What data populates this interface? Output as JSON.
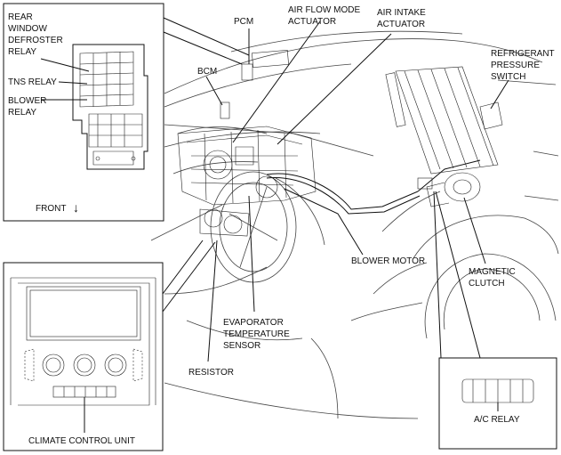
{
  "labels": {
    "rear_window_defroster_relay": [
      "REAR",
      "WINDOW",
      "DEFROSTER",
      "RELAY"
    ],
    "tns_relay": "TNS RELAY",
    "blower_relay": [
      "BLOWER",
      "RELAY"
    ],
    "front": "FRONT",
    "front_arrow": "↓",
    "pcm": "PCM",
    "bcm": "BCM",
    "air_flow_mode_actuator": [
      "AIR FLOW MODE",
      "ACTUATOR"
    ],
    "air_intake_actuator": [
      "AIR INTAKE",
      "ACTUATOR"
    ],
    "refrigerant_pressure_switch": [
      "REFRIGERANT",
      "PRESSURE",
      "SWITCH"
    ],
    "blower_motor": "BLOWER MOTOR",
    "magnetic_clutch": [
      "MAGNETIC",
      "CLUTCH"
    ],
    "evaporator_temperature_sensor": [
      "EVAPORATOR",
      "TEMPERATURE",
      "SENSOR"
    ],
    "resistor": "RESISTOR",
    "climate_control_unit": "CLIMATE CONTROL UNIT",
    "ac_relay": "A/C RELAY"
  }
}
